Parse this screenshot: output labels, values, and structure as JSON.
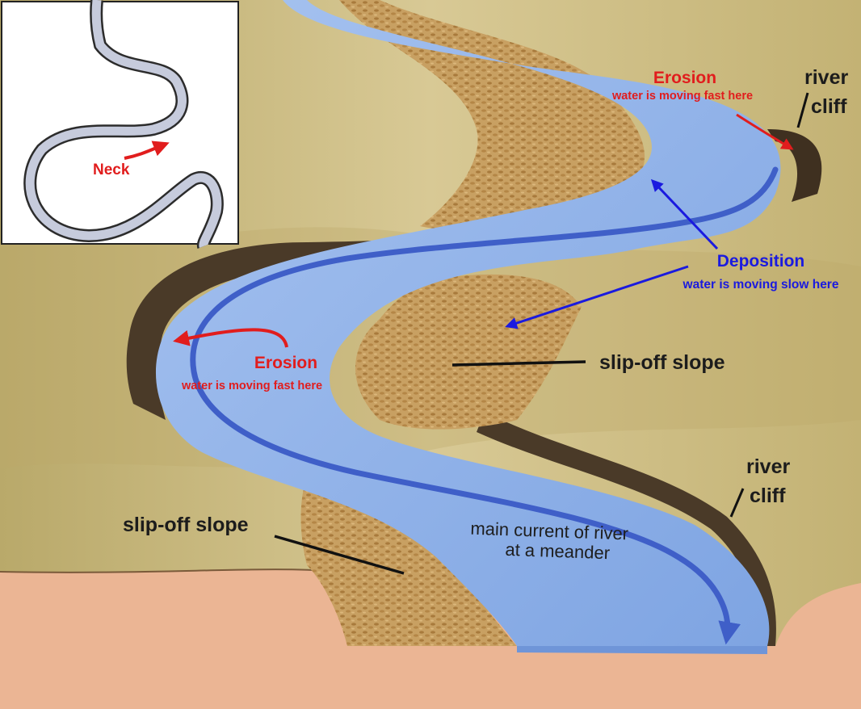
{
  "labels": {
    "neck": "Neck",
    "erosion_top": {
      "title": "Erosion",
      "subtitle": "water is moving fast here"
    },
    "erosion_left": {
      "title": "Erosion",
      "subtitle": "water is moving fast here"
    },
    "deposition": {
      "title": "Deposition",
      "subtitle": "water is moving slow here"
    },
    "river_cliff_top": [
      "river",
      "cliff"
    ],
    "river_cliff_bottom": [
      "river",
      "cliff"
    ],
    "slip_off_slope_right": "slip-off slope",
    "slip_off_slope_left": "slip-off slope",
    "main_current": [
      "main current of river",
      "at a meander"
    ]
  },
  "colors": {
    "erosion": "#e11d1d",
    "deposition": "#1a1adf",
    "water": "#8fb4ea",
    "current": "#3f5fc8",
    "land": "#c8b57a",
    "sand": "#c49a55",
    "ground_front": "#ebb594"
  }
}
